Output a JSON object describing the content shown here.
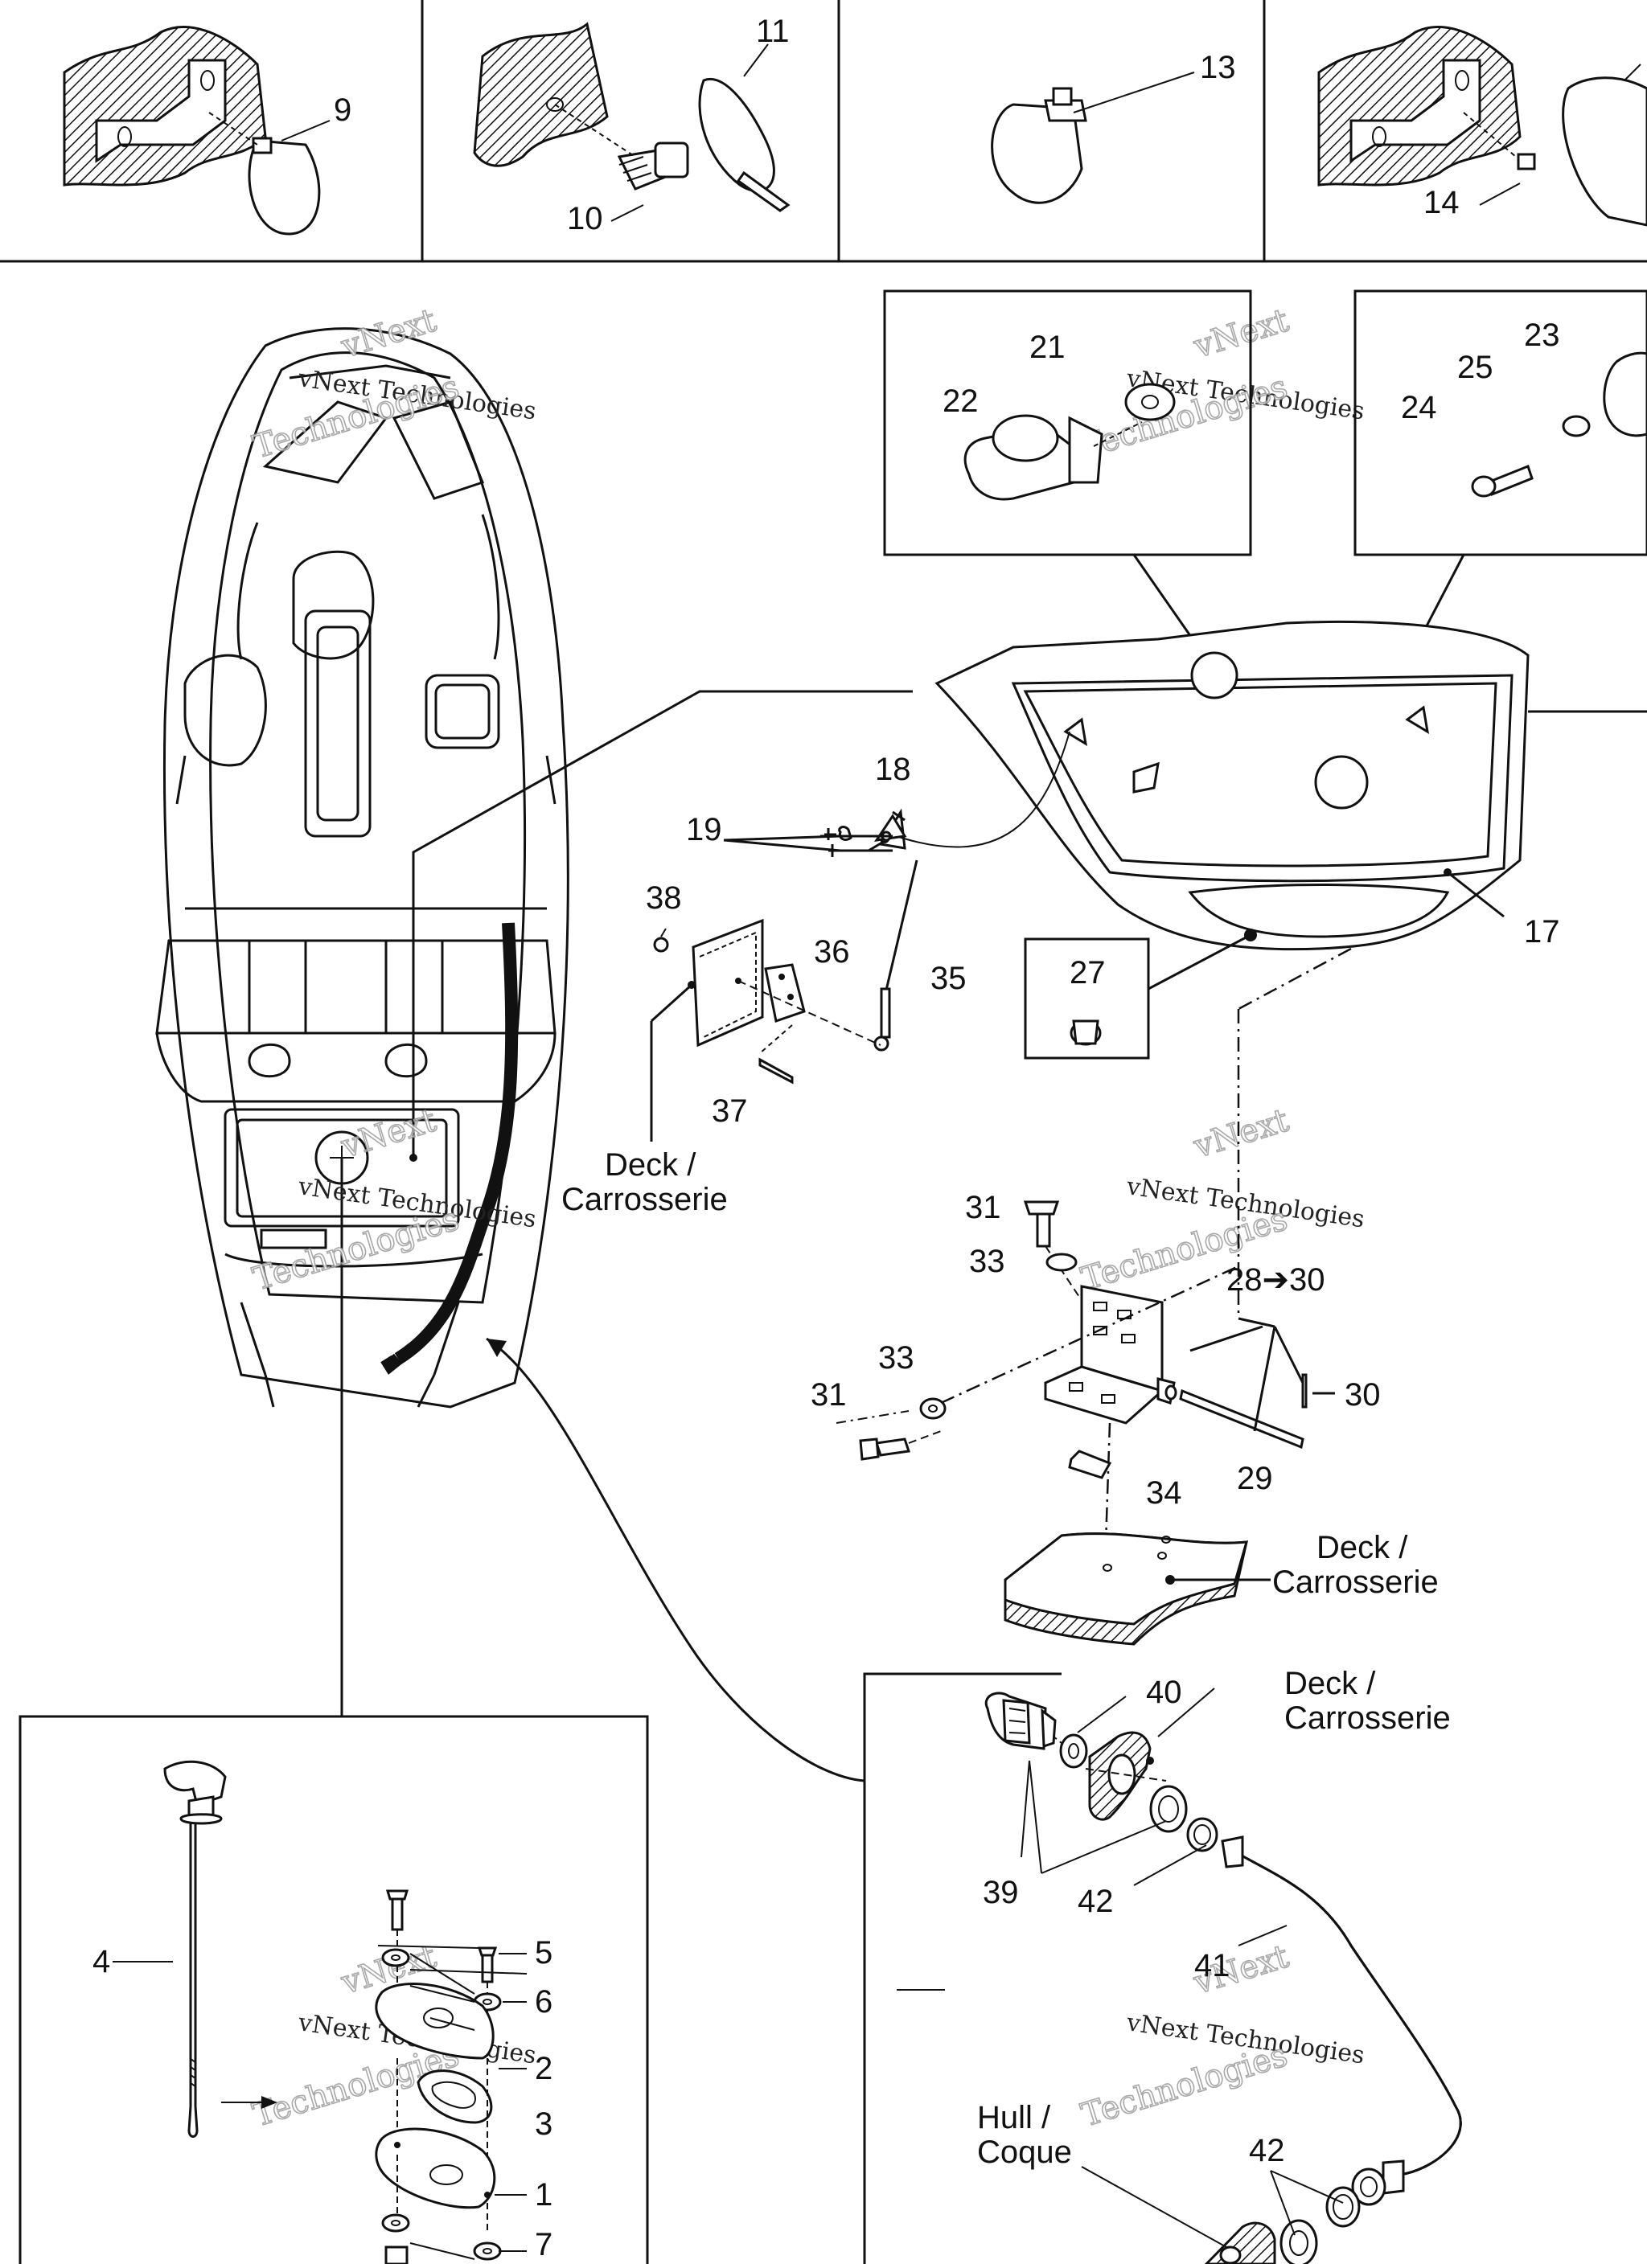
{
  "diagram": {
    "labels": {
      "p1": "1",
      "p2": "2",
      "p3": "3",
      "p4": "4",
      "p5": "5",
      "p6": "6",
      "p7": "7",
      "p9": "9",
      "p10": "10",
      "p11": "11",
      "p13": "13",
      "p14": "14",
      "p17": "17",
      "p18": "18",
      "p19": "19",
      "p21": "21",
      "p22": "22",
      "p23": "23",
      "p24": "24",
      "p25": "25",
      "p27": "27",
      "p28_30": "28➔30",
      "p29": "29",
      "p30": "30",
      "p31": "31",
      "p33": "33",
      "p34": "34",
      "p35": "35",
      "p36": "36",
      "p37": "37",
      "p38": "38",
      "p39": "39",
      "p40": "40",
      "p41": "41",
      "p42": "42"
    },
    "callouts": {
      "deck_line1": "Deck /",
      "deck_line2": "Carrosserie",
      "hull_line1": "Hull /",
      "hull_line2": "Coque"
    },
    "watermark": {
      "brand": "vNext",
      "company": "vNext Technologies",
      "word": "Technologies"
    }
  }
}
